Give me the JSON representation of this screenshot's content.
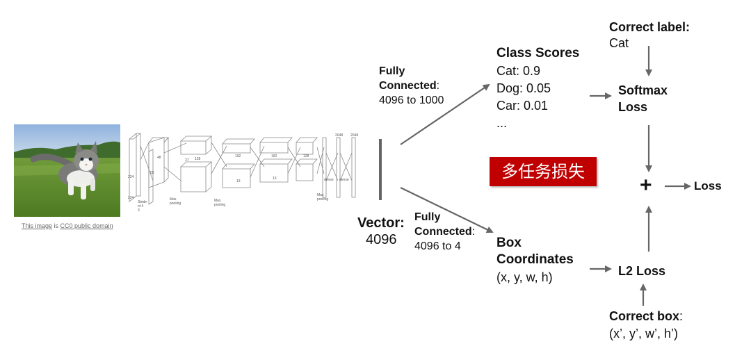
{
  "credit": {
    "link1": "This image",
    "mid": " is ",
    "link2": "CC0 public domain"
  },
  "fc_top": {
    "line1": "Fully",
    "line2": "Connected",
    "colon": ":",
    "dims": "4096 to 1000"
  },
  "fc_bottom": {
    "line1": "Fully",
    "line2": "Connected",
    "colon": ":",
    "dims": "4096 to 4"
  },
  "vector": {
    "label": "Vector:",
    "size": "4096"
  },
  "class_scores": {
    "title": "Class Scores",
    "items": [
      "Cat: 0.9",
      "Dog: 0.05",
      "Car: 0.01",
      "..."
    ]
  },
  "box_coords": {
    "line1": "Box",
    "line2": "Coordinates",
    "value": "(x, y, w, h)"
  },
  "correct_label": {
    "title": "Correct label:",
    "value": "Cat"
  },
  "correct_box": {
    "title": "Correct box",
    "colon": ":",
    "value": "(x’, y’, w’, h’)"
  },
  "softmax": {
    "line1": "Softmax",
    "line2": "Loss"
  },
  "l2": {
    "label": "L2 Loss"
  },
  "plus": "+",
  "loss": "Loss",
  "badge": "多任务损失",
  "network": {
    "labels": [
      "Stride",
      "of 4",
      "Max",
      "pooling",
      "Max",
      "pooling",
      "Max",
      "pooling",
      "dense",
      "dense",
      "2048",
      "2048",
      "224",
      "224",
      "3",
      "48",
      "128",
      "192",
      "192",
      "128",
      "27",
      "13",
      "13",
      "55"
    ]
  },
  "colors": {
    "arrow": "#666666",
    "badge": "#c00000"
  }
}
